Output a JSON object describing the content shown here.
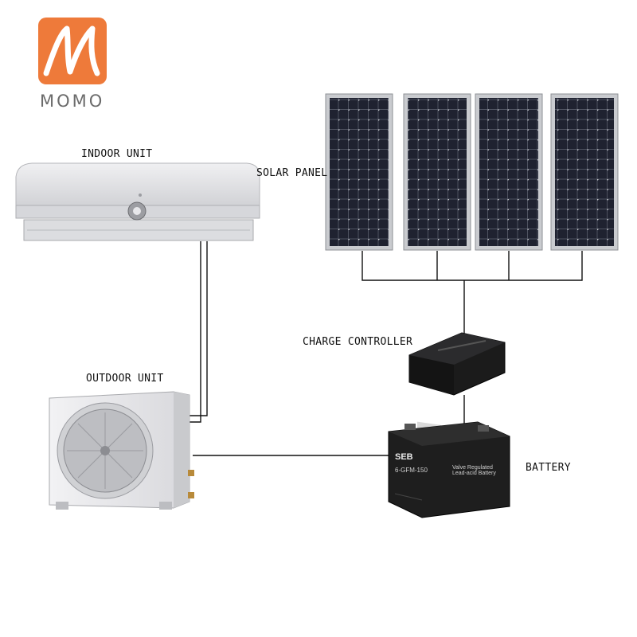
{
  "logo": {
    "text": "MOMO",
    "color": "#ee7a3a",
    "text_color": "#6b6b6b"
  },
  "labels": {
    "indoor_unit": "INDOOR UNIT",
    "solar_panel": "SOLAR PANEL",
    "charge_controller": "CHARGE CONTROLLER",
    "outdoor_unit": "OUTDOOR UNIT",
    "battery": "BATTERY"
  },
  "battery": {
    "brand": "SEB",
    "model": "6-GFM-150",
    "description": "Valve Regulated Lead-acid Battery"
  },
  "colors": {
    "panel_cell": "#1f2230",
    "panel_frame": "#c9cbcf",
    "wire": "#111111",
    "battery_body": "#1e1e1e",
    "controller_body": "#1b1b1b",
    "ac_body": "#e4e4e6"
  }
}
